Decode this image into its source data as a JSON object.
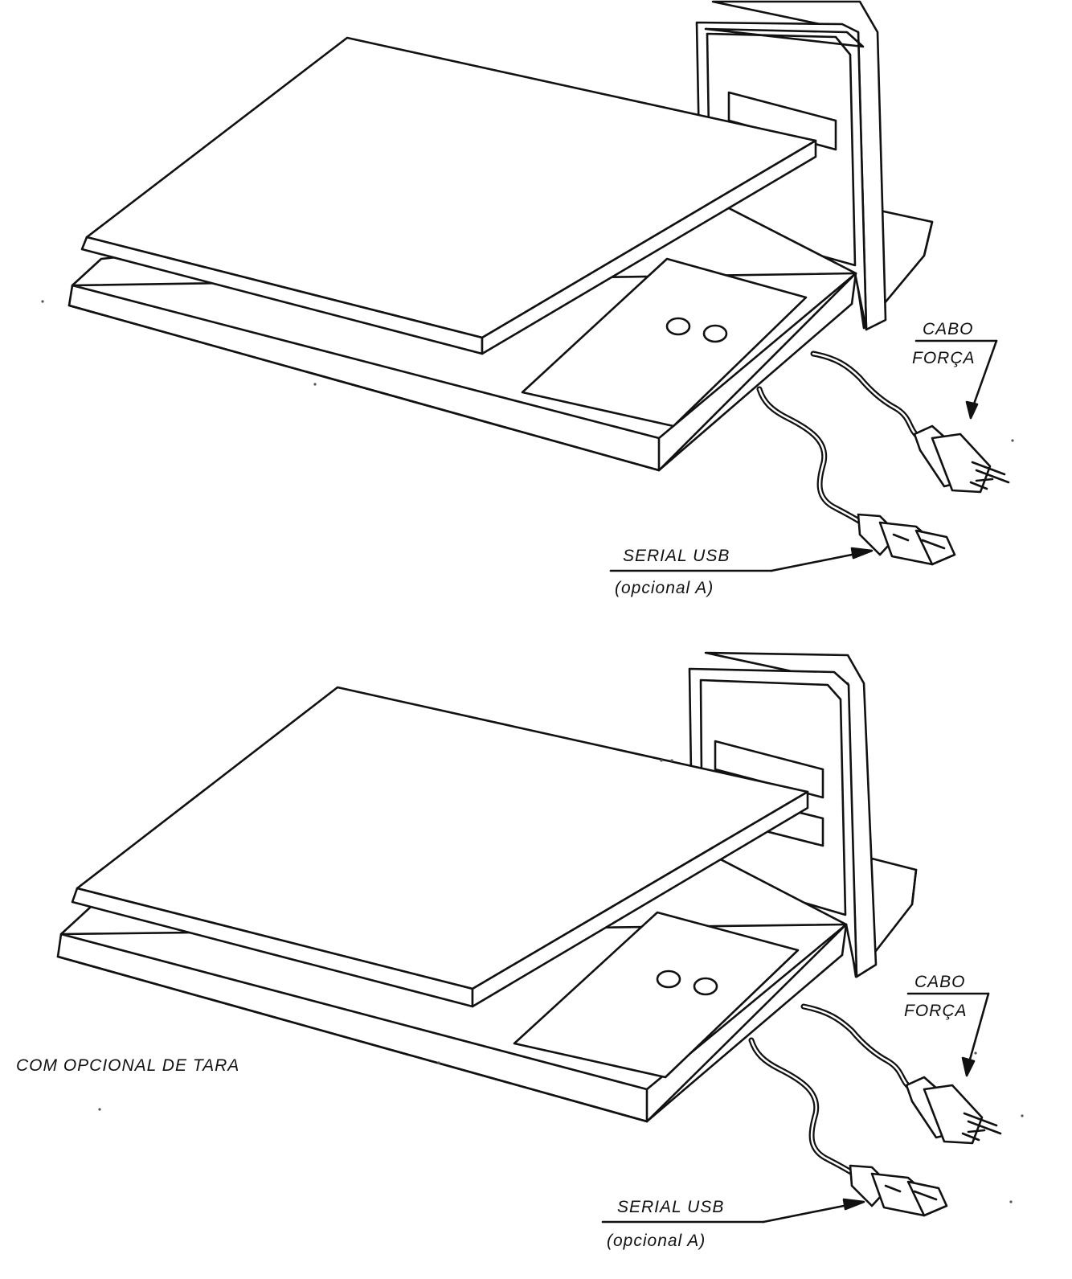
{
  "figures": [
    {
      "power_cable_label_top": "CABO",
      "power_cable_label_bottom": "FORÇA",
      "usb_label_top": "SERIAL  USB",
      "usb_label_bottom": "(opcional  A)"
    },
    {
      "power_cable_label_top": "CABO",
      "power_cable_label_bottom": "FORÇA",
      "usb_label_top": "SERIAL  USB",
      "usb_label_bottom": "(opcional  A)"
    }
  ],
  "caption": "COM  OPCIONAL  DE  TARA",
  "colors": {
    "ink": "#111111",
    "paper": "#ffffff"
  }
}
